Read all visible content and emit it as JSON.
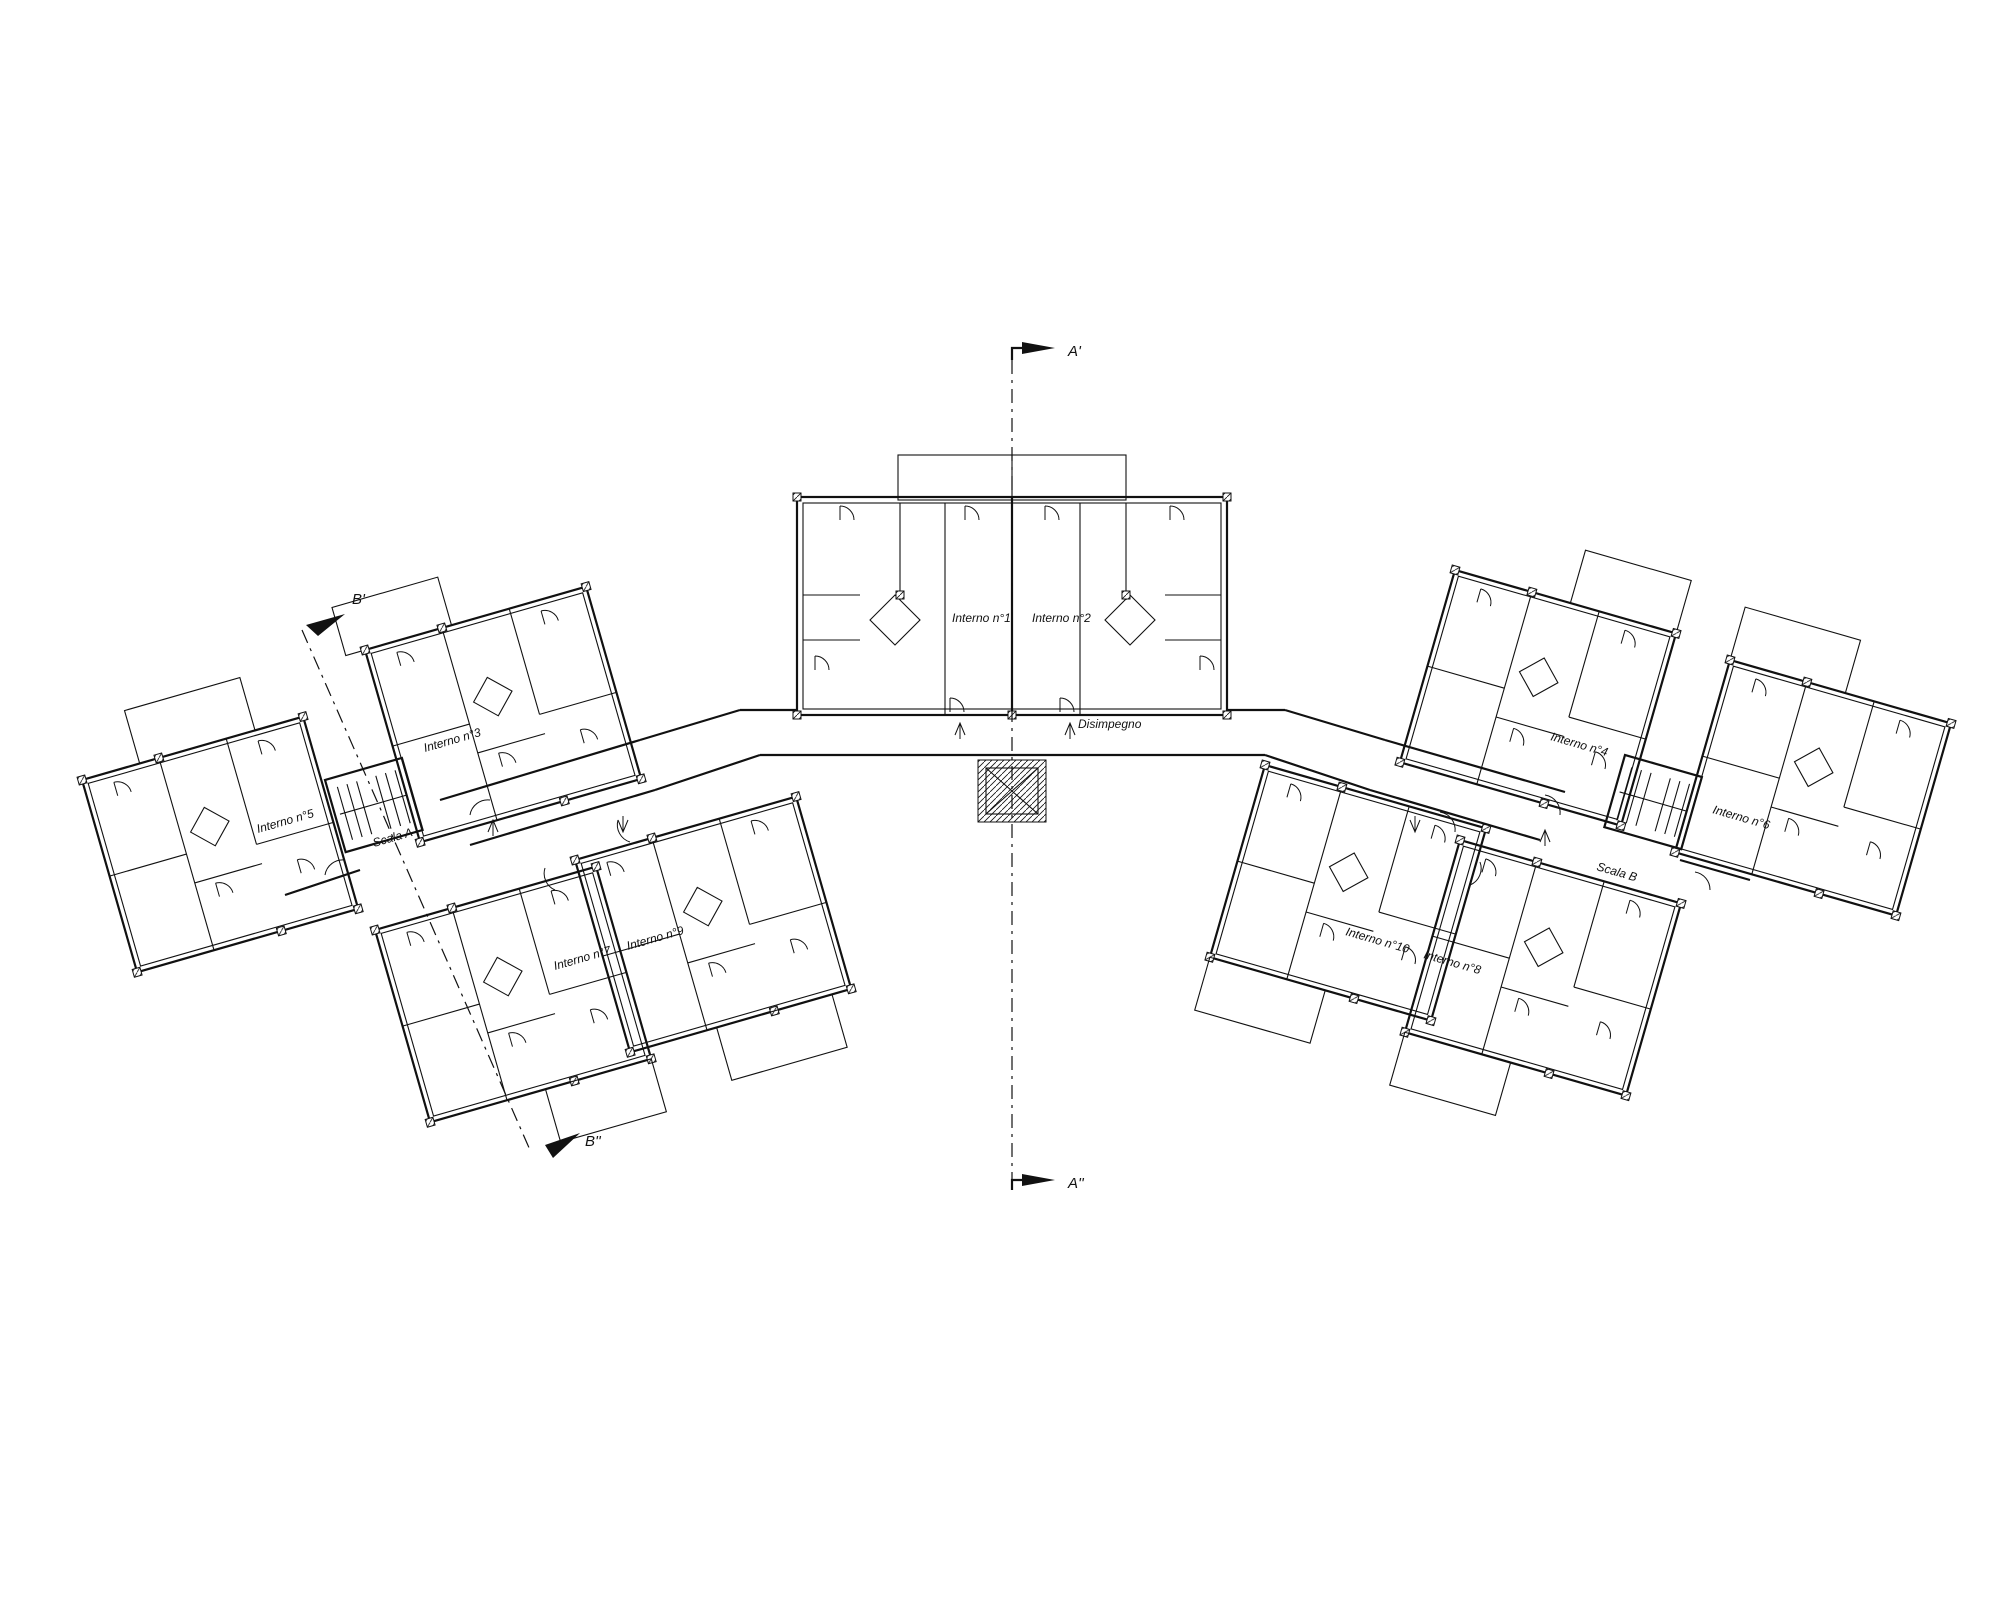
{
  "units": {
    "interno_1": "Interno  n°1",
    "interno_2": "Interno  n°2",
    "interno_3": "Interno  n°3",
    "interno_4": "Interno  n°4",
    "interno_5": "Interno  n°5",
    "interno_6": "Interno  n°6",
    "interno_7": "Interno  n°7",
    "interno_8": "Interno  n°8",
    "interno_9": "Interno  n°9",
    "interno_10": "Interno  n°10"
  },
  "spaces": {
    "disimpegno": "Disimpegno",
    "scala_a": "Scala  A",
    "scala_b": "Scala  B"
  },
  "sections": {
    "a_top": "A'",
    "a_bottom": "A''",
    "b_top": "B'",
    "b_bottom": "B''"
  }
}
